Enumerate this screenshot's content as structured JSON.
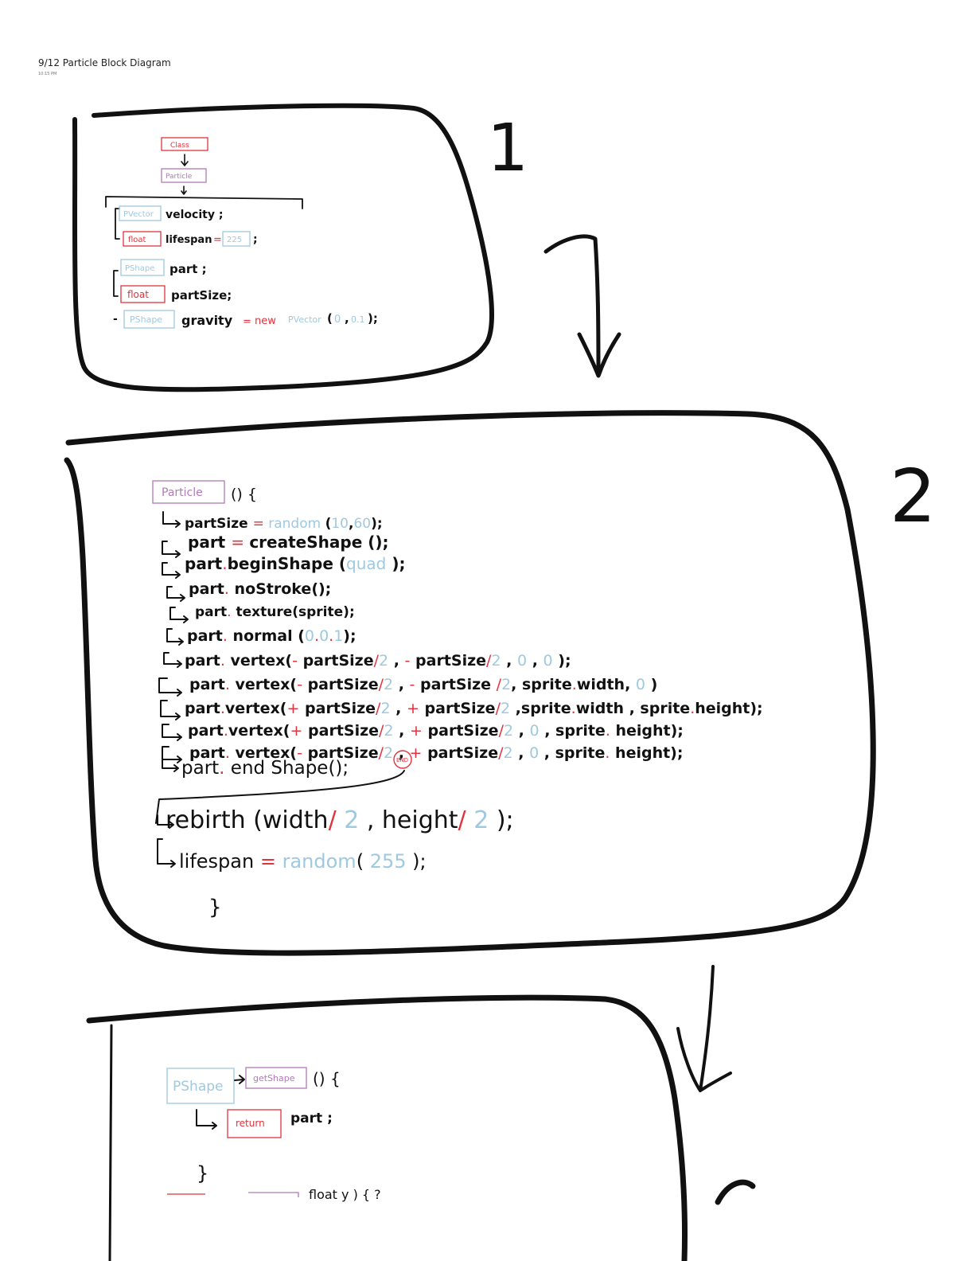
{
  "header": {
    "title": "9/12 Particle Block Diagram",
    "time": "10:15 PM"
  },
  "step_numbers": [
    "1",
    "2"
  ],
  "panel1": {
    "class_label": "Class",
    "particle_label": "Particle",
    "line1": {
      "type": "PVector",
      "text": "velocity ;"
    },
    "line2": {
      "type": "float",
      "text": "lifespan",
      "eq": "=",
      "value": "225",
      "semi": ";"
    },
    "line3": {
      "type": "PShape",
      "text": "part ;"
    },
    "line4": {
      "type": "float",
      "text": "partSize;"
    },
    "line5": {
      "dash": "-",
      "type": "PShape",
      "text": "gravity",
      "eq": "=",
      "kw_new": "new",
      "ptype": "PVector",
      "open": "(",
      "v1": "0",
      "comma": ",",
      "v2": "0.1",
      "close": ");"
    }
  },
  "panel2": {
    "ctor": {
      "name": "Particle",
      "rest": "() {"
    },
    "end_badge": "END",
    "close_brace": "}",
    "rows": [
      [
        [
          "k",
          "partSize "
        ],
        [
          "r",
          "= "
        ],
        [
          "b",
          "random "
        ],
        [
          "k",
          "("
        ],
        [
          "b",
          "10"
        ],
        [
          "k",
          ","
        ],
        [
          "b",
          "60"
        ],
        [
          "k",
          ");"
        ]
      ],
      [
        [
          "k",
          "part "
        ],
        [
          "r",
          "= "
        ],
        [
          "k",
          "createShape ();"
        ]
      ],
      [
        [
          "k",
          "part"
        ],
        [
          "r",
          "."
        ],
        [
          "k",
          "beginShape ("
        ],
        [
          "b",
          "quad"
        ],
        [
          "k",
          " );"
        ]
      ],
      [
        [
          "k",
          "part"
        ],
        [
          "r",
          "."
        ],
        [
          "k",
          " noStroke();"
        ]
      ],
      [
        [
          "k",
          "part"
        ],
        [
          "r",
          "."
        ],
        [
          "k",
          " texture(sprite);"
        ]
      ],
      [
        [
          "k",
          "part"
        ],
        [
          "r",
          "."
        ],
        [
          "k",
          " normal ("
        ],
        [
          "b",
          "0"
        ],
        [
          "r",
          "."
        ],
        [
          "b",
          "0"
        ],
        [
          "r",
          "."
        ],
        [
          "b",
          "1"
        ],
        [
          "k",
          ");"
        ]
      ],
      [
        [
          "k",
          "part"
        ],
        [
          "r",
          "."
        ],
        [
          "k",
          " vertex("
        ],
        [
          "r",
          "-"
        ],
        [
          "k",
          " partSize"
        ],
        [
          "r",
          "/"
        ],
        [
          "b",
          "2"
        ],
        [
          "k",
          " , "
        ],
        [
          "r",
          "-"
        ],
        [
          "k",
          " partSize"
        ],
        [
          "r",
          "/"
        ],
        [
          "b",
          "2"
        ],
        [
          "k",
          " , "
        ],
        [
          "b",
          "0"
        ],
        [
          "k",
          " , "
        ],
        [
          "b",
          "0"
        ],
        [
          "k",
          " );"
        ]
      ],
      [
        [
          "k",
          "part"
        ],
        [
          "r",
          "."
        ],
        [
          "k",
          " vertex("
        ],
        [
          "r",
          "-"
        ],
        [
          "k",
          " partSize"
        ],
        [
          "r",
          "/"
        ],
        [
          "b",
          "2"
        ],
        [
          "k",
          " , "
        ],
        [
          "r",
          "-"
        ],
        [
          "k",
          " partSize "
        ],
        [
          "r",
          "/"
        ],
        [
          "b",
          "2"
        ],
        [
          "k",
          ", sprite"
        ],
        [
          "r",
          "."
        ],
        [
          "k",
          "width, "
        ],
        [
          "b",
          "0"
        ],
        [
          "k",
          " )"
        ]
      ],
      [
        [
          "k",
          "part"
        ],
        [
          "r",
          "."
        ],
        [
          "k",
          "vertex("
        ],
        [
          "r",
          "+"
        ],
        [
          "k",
          " partSize"
        ],
        [
          "r",
          "/"
        ],
        [
          "b",
          "2"
        ],
        [
          "k",
          " , "
        ],
        [
          "r",
          "+"
        ],
        [
          "k",
          " partSize"
        ],
        [
          "r",
          "/"
        ],
        [
          "b",
          "2"
        ],
        [
          "k",
          " ,sprite"
        ],
        [
          "r",
          "."
        ],
        [
          "k",
          "width , sprite"
        ],
        [
          "r",
          "."
        ],
        [
          "k",
          "height);"
        ]
      ],
      [
        [
          "k",
          "part"
        ],
        [
          "r",
          "."
        ],
        [
          "k",
          "vertex("
        ],
        [
          "r",
          "+"
        ],
        [
          "k",
          " partSize"
        ],
        [
          "r",
          "/"
        ],
        [
          "b",
          "2"
        ],
        [
          "k",
          " , "
        ],
        [
          "r",
          "+"
        ],
        [
          "k",
          " partSize"
        ],
        [
          "r",
          "/"
        ],
        [
          "b",
          "2"
        ],
        [
          "k",
          " , "
        ],
        [
          "b",
          "0"
        ],
        [
          "k",
          " , sprite"
        ],
        [
          "r",
          "."
        ],
        [
          "k",
          " height);"
        ]
      ],
      [
        [
          "k",
          "part"
        ],
        [
          "r",
          "."
        ],
        [
          "k",
          " vertex("
        ],
        [
          "r",
          "-"
        ],
        [
          "k",
          " partSize"
        ],
        [
          "r",
          "/"
        ],
        [
          "b",
          "2"
        ],
        [
          "k",
          " , "
        ],
        [
          "r",
          "+"
        ],
        [
          "k",
          " partSize"
        ],
        [
          "r",
          "/"
        ],
        [
          "b",
          "2"
        ],
        [
          "k",
          " , "
        ],
        [
          "b",
          "0"
        ],
        [
          "k",
          " , sprite"
        ],
        [
          "r",
          "."
        ],
        [
          "k",
          " height);"
        ]
      ],
      [
        [
          "k",
          "part"
        ],
        [
          "r",
          "."
        ],
        [
          "k",
          " end Shape(); "
        ]
      ]
    ],
    "rebirth": [
      [
        "k",
        "rebirth (width"
      ],
      [
        "r",
        "/"
      ],
      [
        "b",
        " 2 "
      ],
      [
        "k",
        ", height"
      ],
      [
        "r",
        "/"
      ],
      [
        "b",
        " 2"
      ],
      [
        "k",
        " );"
      ]
    ],
    "lifespan": [
      [
        "k",
        "lifespan "
      ],
      [
        "r",
        "= "
      ],
      [
        "b",
        "random"
      ],
      [
        "k",
        "( "
      ],
      [
        "b",
        "255"
      ],
      [
        "k",
        " );"
      ]
    ]
  },
  "panel3": {
    "type": "PShape",
    "method": "getShape",
    "rest": "() {",
    "ret_kw": "return",
    "ret_val": "part ;",
    "close_brace": "}",
    "partial": "float y ) { ?"
  }
}
